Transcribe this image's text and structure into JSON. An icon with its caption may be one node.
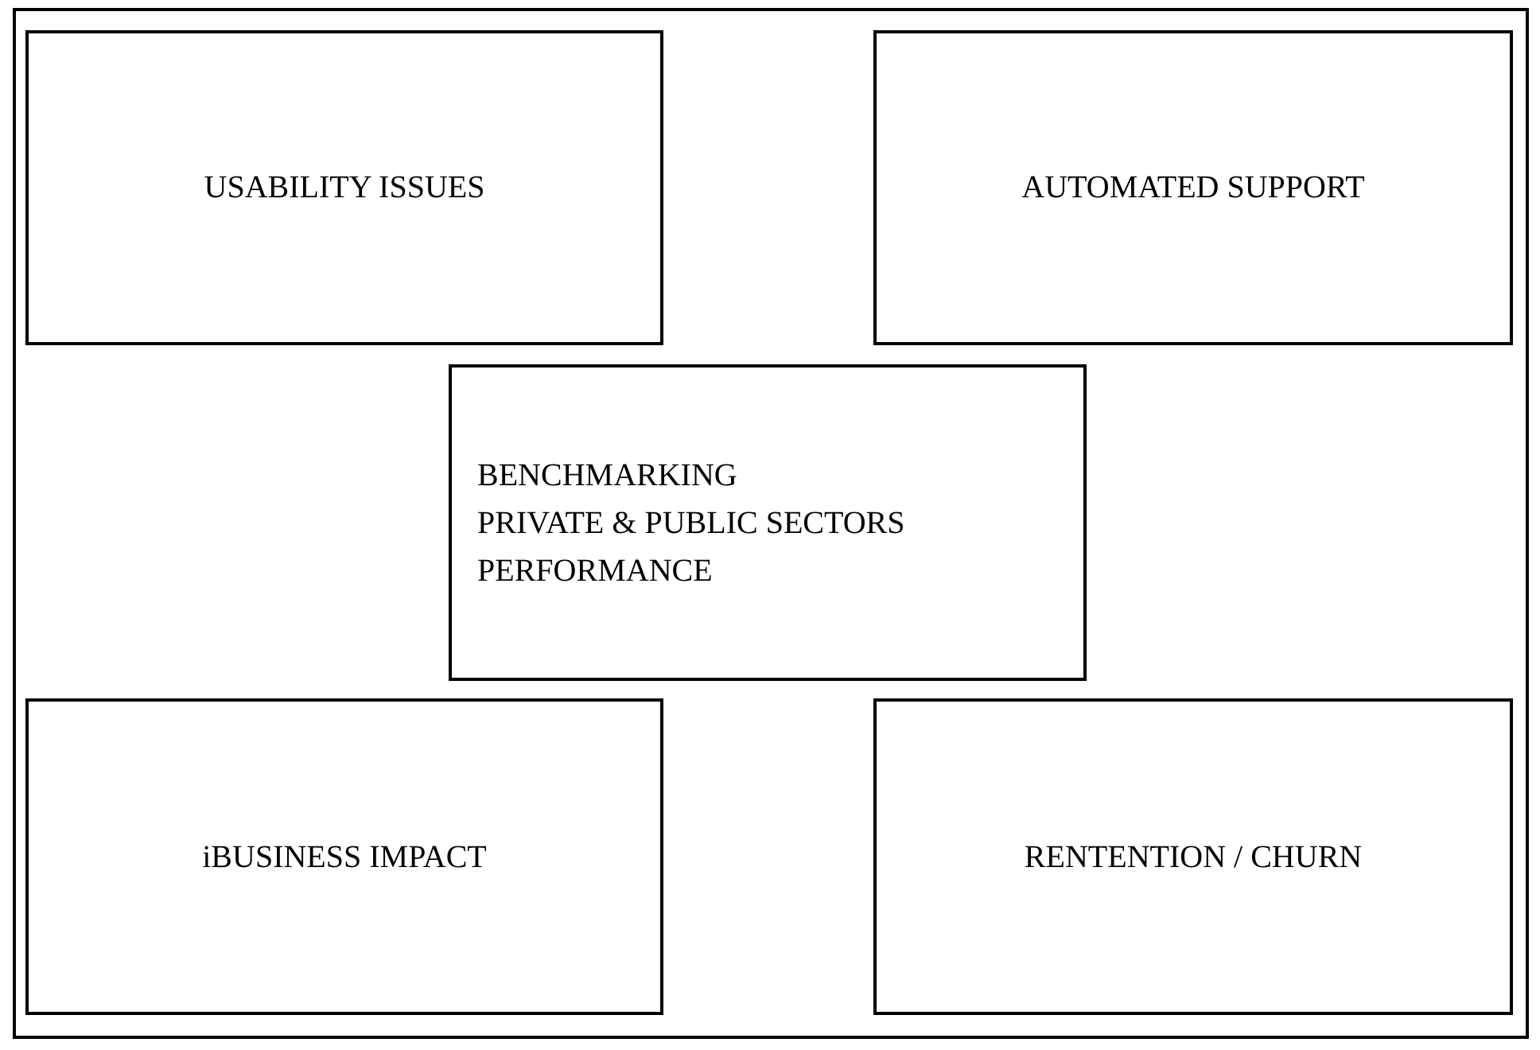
{
  "diagram": {
    "nodes": [
      {
        "text": [],
        "shape": "box"
      },
      {
        "text": [
          "USABILITY ISSUES"
        ],
        "in": 0
      },
      {
        "text": [
          "AUTOMATED SUPPORT"
        ],
        "in": 0
      },
      {
        "text": [
          "BENCHMARKING",
          "PRIVATE & PUBLIC SECTORS",
          "PERFORMANCE"
        ],
        "in": 0
      },
      {
        "text": [
          "iBUSINESS IMPACT"
        ],
        "in": 0
      },
      {
        "text": [
          "RENTENTION / CHURN"
        ],
        "in": 0
      }
    ]
  }
}
